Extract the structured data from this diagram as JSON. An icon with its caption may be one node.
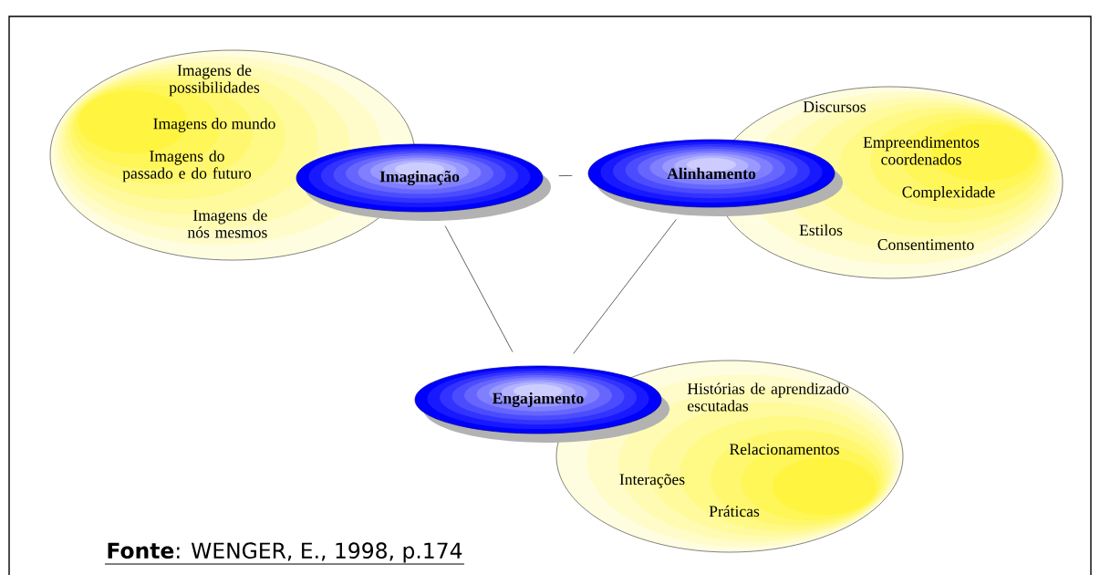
{
  "diagram": {
    "caption": "**Fonte**: WENGER, E., 1998, p.174",
    "nodes": [
      {
        "text": [
          "Imagens de possibilidades",
          "Imagens do mundo",
          "Imagens do passado e do futuro",
          "Imagens de nós mesmos"
        ]
      },
      {
        "text": [
          "Imaginação"
        ]
      },
      {
        "text": [
          "Discursos",
          "Empreendimentos coordenados",
          "Complexidade",
          "Estilos",
          "Consentimento"
        ]
      },
      {
        "text": [
          "Alinhamento"
        ]
      },
      {
        "text": [
          "Histórias de aprendizado escutadas",
          "Relacionamentos",
          "Interações",
          "Práticas"
        ]
      },
      {
        "text": [
          "Engajamento"
        ]
      }
    ],
    "edges": [
      {
        "from": 1,
        "to": 3,
        "arrow": "none"
      },
      {
        "from": 1,
        "to": 5,
        "arrow": "none"
      },
      {
        "from": 3,
        "to": 5,
        "arrow": "none"
      }
    ]
  }
}
